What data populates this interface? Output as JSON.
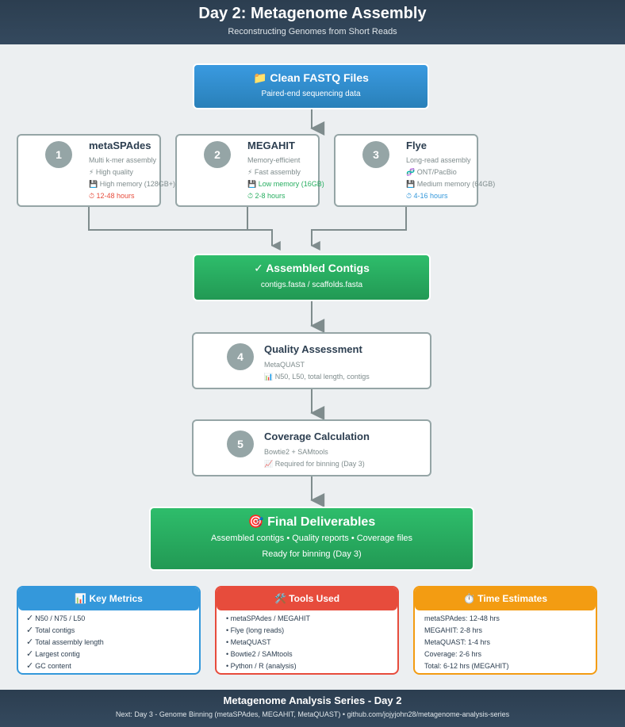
{
  "header": {
    "title": "Day 2: Metagenome Assembly",
    "subtitle": "Reconstructing Genomes from Short Reads"
  },
  "input": {
    "icon": "folder-icon",
    "title": "Clean FASTQ Files",
    "subtitle": "Paired-end sequencing data"
  },
  "assemblers": [
    {
      "number": "1",
      "name": "metaSPAdes",
      "description": "Multi k-mer assembly",
      "feature": "⚡ High quality",
      "memory": "💾 High memory (128GB+)",
      "time": "⏱ 12-48 hours",
      "time_color": "#e74c3c"
    },
    {
      "number": "2",
      "name": "MEGAHIT",
      "description": "Memory-efficient",
      "feature": "⚡ Fast assembly",
      "memory": "💾 Low memory (16GB)",
      "time": "⏱ 2-8 hours",
      "time_color": "#27ae60"
    },
    {
      "number": "3",
      "name": "Flye",
      "description": "Long-read assembly",
      "feature": "🧬 ONT/PacBio",
      "memory": "💾 Medium memory (64GB)",
      "time": "⏱ 4-16 hours",
      "time_color": "#3498db"
    }
  ],
  "contigs": {
    "title": "✓ Assembled Contigs",
    "subtitle": "contigs.fasta / scaffolds.fasta"
  },
  "steps": [
    {
      "number": "4",
      "title": "Quality Assessment",
      "tool": "MetaQUAST",
      "detail": "📊 N50, L50, total length, contigs"
    },
    {
      "number": "5",
      "title": "Coverage Calculation",
      "tool": "Bowtie2 + SAMtools",
      "detail": "📈 Required for binning (Day 3)"
    }
  ],
  "deliverables": {
    "title": "🎯 Final Deliverables",
    "line1": "Assembled contigs • Quality reports • Coverage files",
    "line2": "Ready for binning (Day 3)"
  },
  "panels": {
    "metrics": {
      "title": "📊 Key Metrics",
      "color": "#3498db",
      "items": [
        "N50 / N75 / L50",
        "Total contigs",
        "Total assembly length",
        "Largest contig",
        "GC content"
      ]
    },
    "tools": {
      "title": "🛠️ Tools Used",
      "color": "#e74c3c",
      "items": [
        "• metaSPAdes / MEGAHIT",
        "• Flye (long reads)",
        "• MetaQUAST",
        "• Bowtie2 / SAMtools",
        "• Python / R (analysis)"
      ]
    },
    "time": {
      "title": "⏱️ Time Estimates",
      "color": "#f39c12",
      "items": [
        "metaSPAdes: 12-48 hrs",
        "MEGAHIT: 2-8 hrs",
        "MetaQUAST: 1-4 hrs",
        "Coverage: 2-6 hrs",
        "Total: 6-12 hrs (MEGAHIT)"
      ]
    }
  },
  "footer": {
    "title": "Metagenome Analysis Series - Day 2",
    "subtitle": "Next: Day 3 - Genome Binning (metaSPAdes, MEGAHIT, MetaQUAST) • github.com/jojyjohn28/metagenome-analysis-series"
  },
  "colors": {
    "connector": "#7f8c8d",
    "blue": "#2980b9",
    "green": "#229954",
    "card_border": "#95a5a6"
  }
}
